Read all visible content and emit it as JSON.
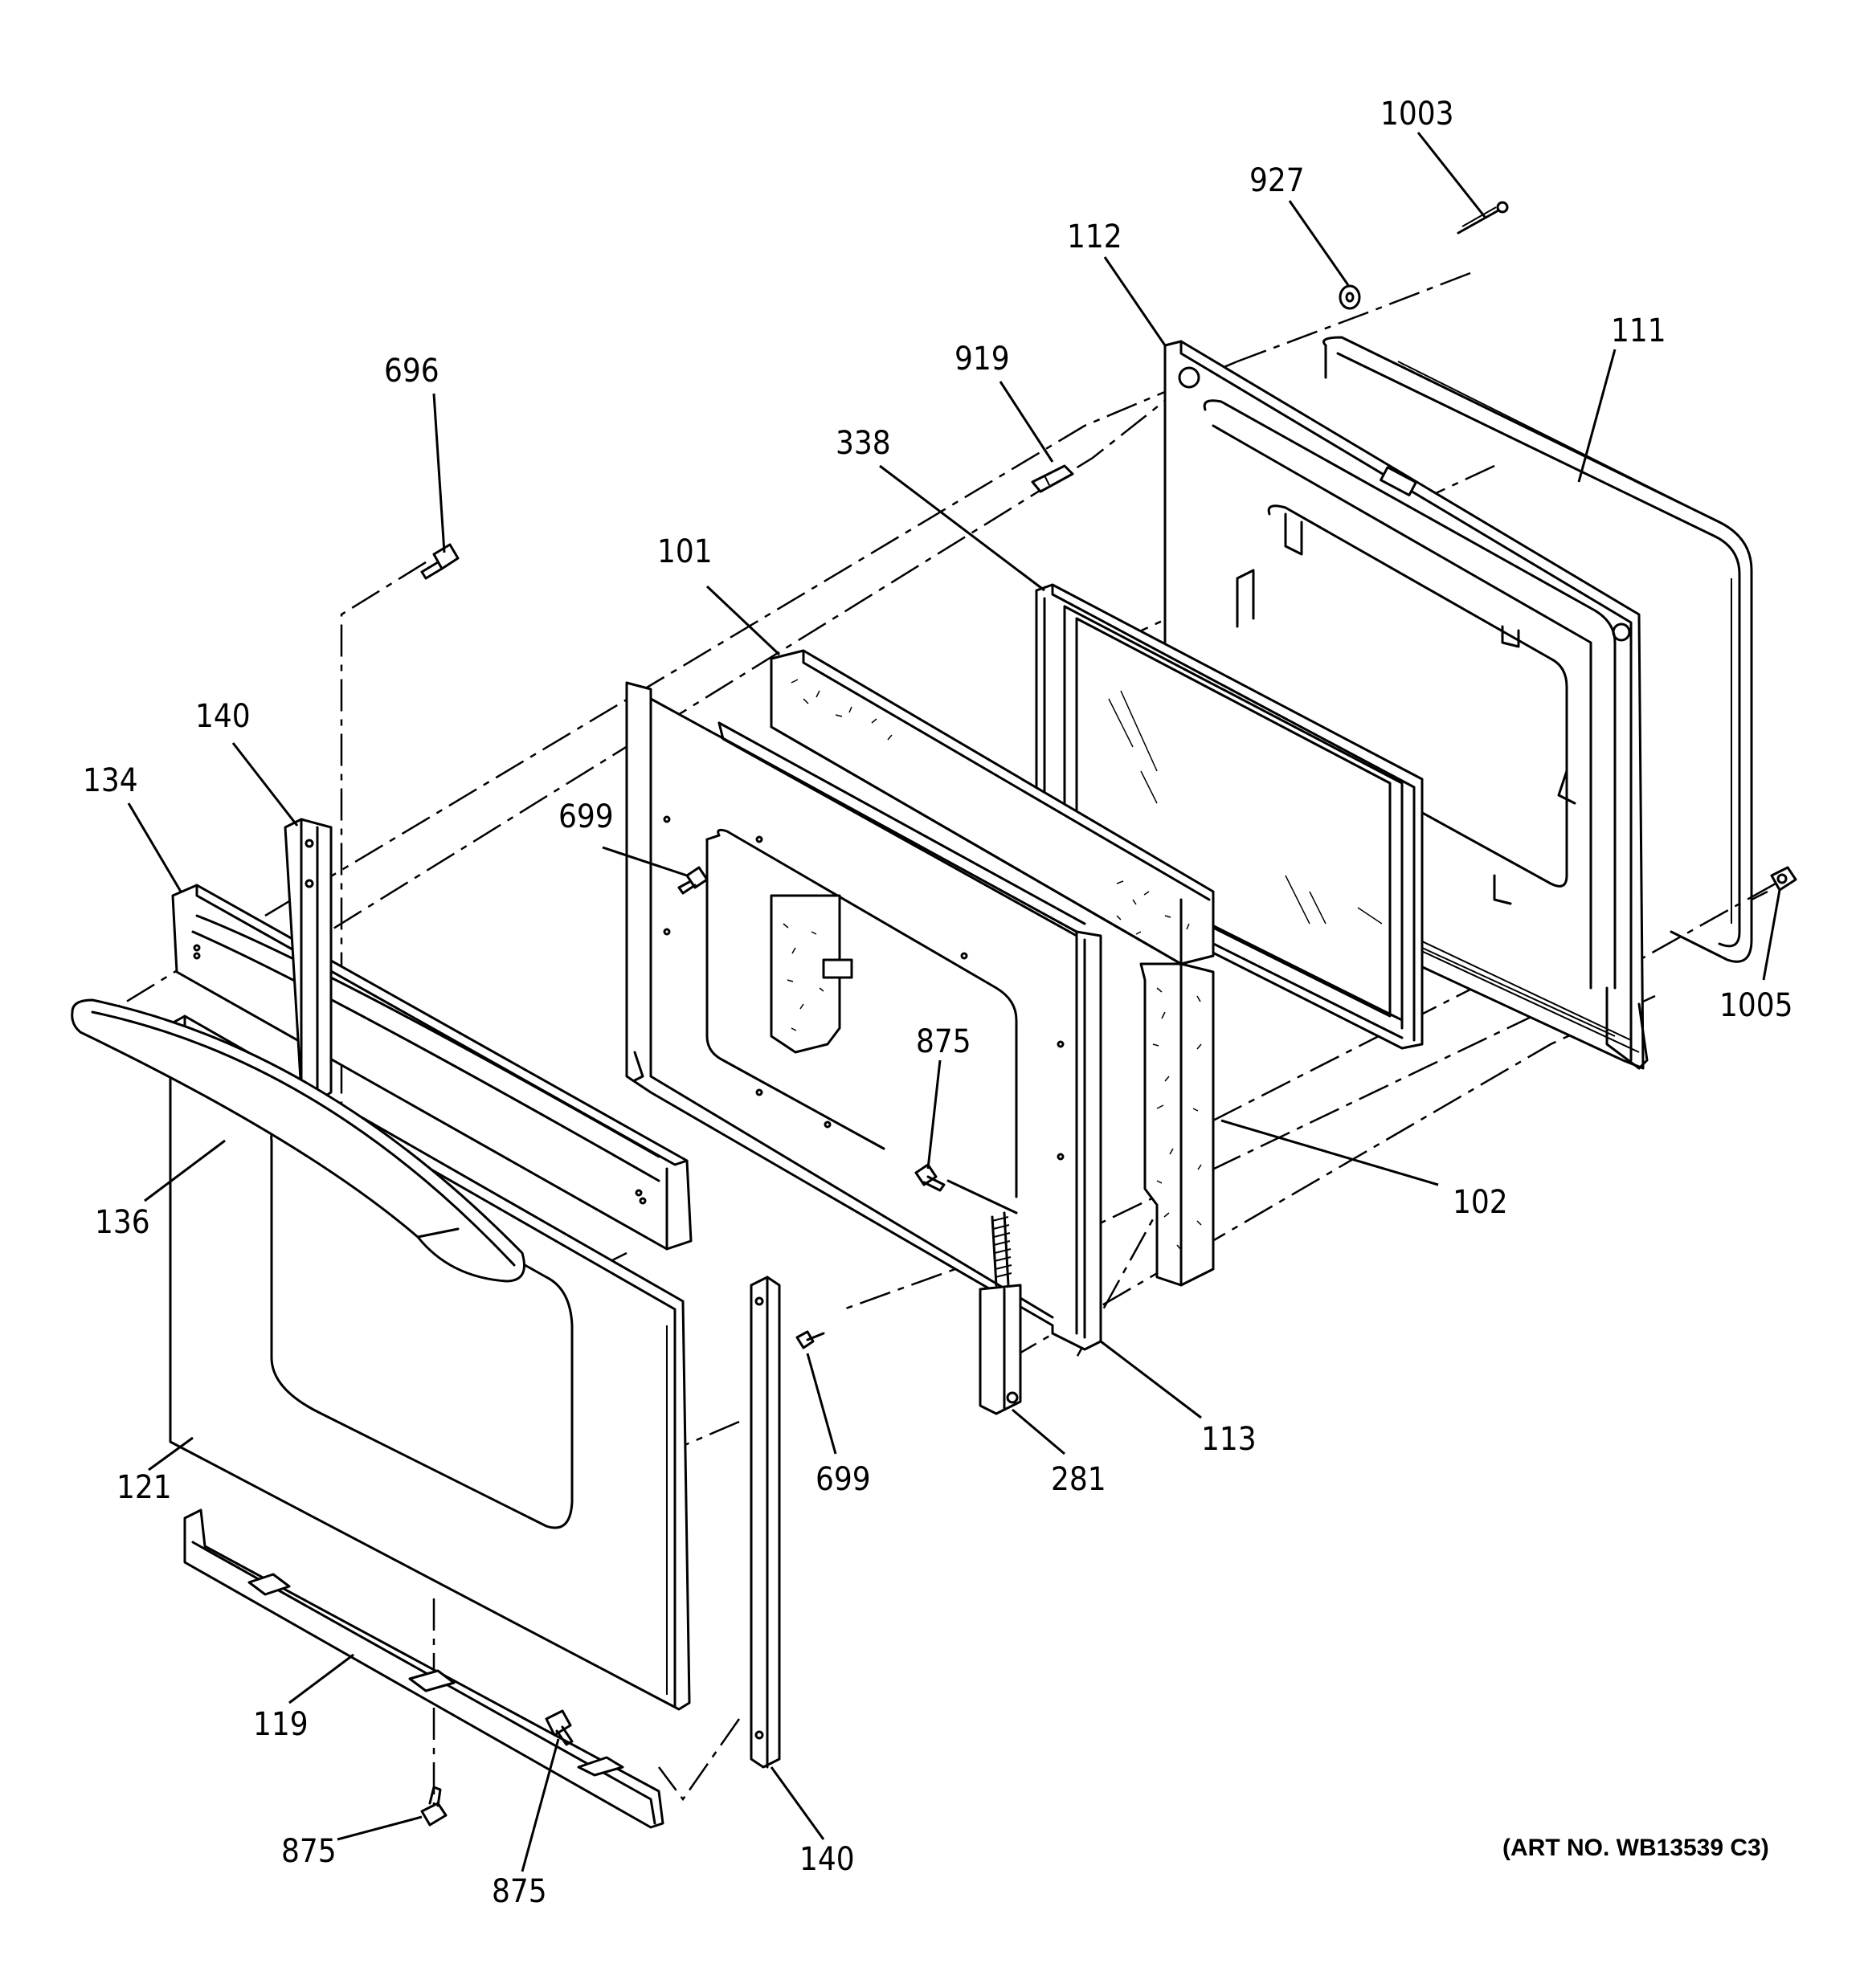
{
  "art_number": "(ART NO. WB13539 C3)",
  "callouts": [
    {
      "id": "1003",
      "label": "1003"
    },
    {
      "id": "927",
      "label": "927"
    },
    {
      "id": "112",
      "label": "112"
    },
    {
      "id": "111",
      "label": "111"
    },
    {
      "id": "919",
      "label": "919"
    },
    {
      "id": "338",
      "label": "338"
    },
    {
      "id": "696",
      "label": "696"
    },
    {
      "id": "101",
      "label": "101"
    },
    {
      "id": "140a",
      "label": "140"
    },
    {
      "id": "134",
      "label": "134"
    },
    {
      "id": "699a",
      "label": "699"
    },
    {
      "id": "875a",
      "label": "875"
    },
    {
      "id": "1005",
      "label": "1005"
    },
    {
      "id": "102",
      "label": "102"
    },
    {
      "id": "136",
      "label": "136"
    },
    {
      "id": "121",
      "label": "121"
    },
    {
      "id": "699b",
      "label": "699"
    },
    {
      "id": "281",
      "label": "281"
    },
    {
      "id": "113",
      "label": "113"
    },
    {
      "id": "119",
      "label": "119"
    },
    {
      "id": "875b",
      "label": "875"
    },
    {
      "id": "875c",
      "label": "875"
    },
    {
      "id": "140b",
      "label": "140"
    }
  ]
}
